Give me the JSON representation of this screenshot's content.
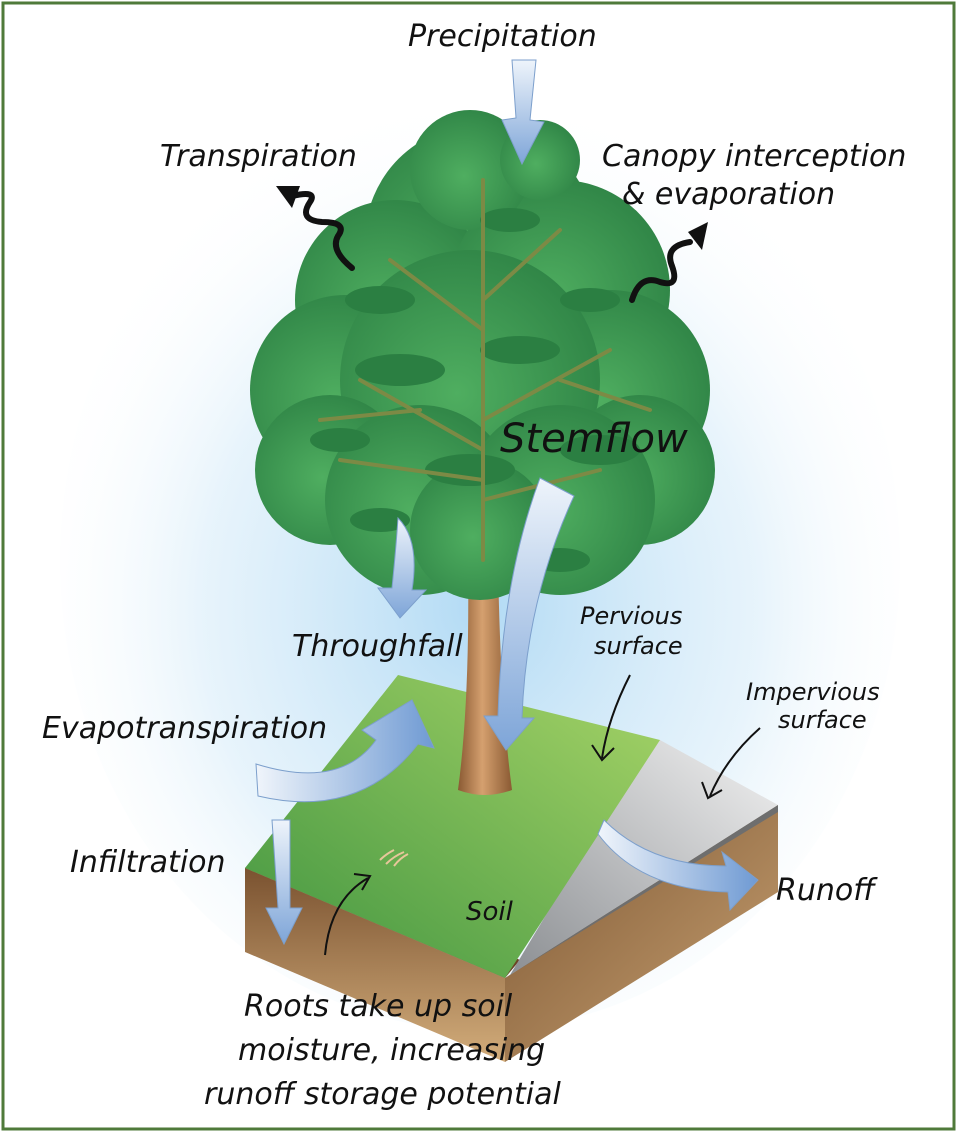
{
  "labels": {
    "precipitation": "Precipitation",
    "transpiration": "Transpiration",
    "canopy_line1": "Canopy interception",
    "canopy_line2": "& evaporation",
    "stemflow": "Stemflow",
    "throughfall": "Throughfall",
    "pervious_line1": "Pervious",
    "pervious_line2": "surface",
    "impervious_line1": "Impervious",
    "impervious_line2": "surface",
    "evapotranspiration": "Evapotranspiration",
    "infiltration": "Infiltration",
    "runoff": "Runoff",
    "soil": "Soil",
    "roots_line1": "Roots take up soil",
    "roots_line2": "moisture, increasing",
    "roots_line3": "runoff storage potential"
  },
  "colors": {
    "frame": "#4f7a3a",
    "grass_light": "#9ccf5c",
    "grass_dark": "#4c9a3c",
    "soil": "#8a6238",
    "soil_light": "#c79b66",
    "pavement": "#a9acb0",
    "canopy": "#3f9a55",
    "canopy_dark": "#2a7a40",
    "trunk": "#b07d4f",
    "water_arrow": "#8fb3e0",
    "vapor_arrow": "#111111",
    "sky_glow": "#bfe0f5"
  }
}
